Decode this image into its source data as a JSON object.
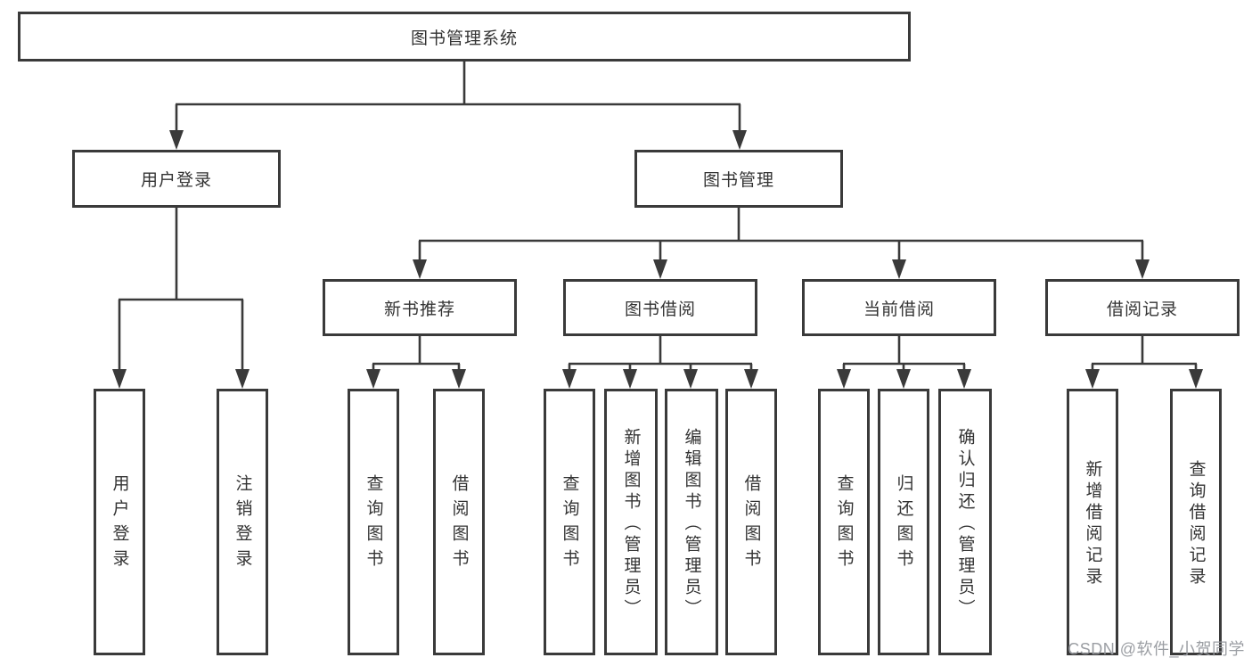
{
  "diagram": {
    "kind": "hierarchy-chart",
    "colors": {
      "line": "#3a3a3a",
      "box_border": "#3a3a3a",
      "text": "#333333",
      "background": "#ffffff",
      "watermark": "#96999e"
    },
    "tree": {
      "root": {
        "label": "图书管理系统",
        "children": [
          {
            "label": "用户登录",
            "children": [
              {
                "label": "用户登录"
              },
              {
                "label": "注销登录"
              }
            ]
          },
          {
            "label": "图书管理",
            "children": [
              {
                "label": "新书推荐",
                "children": [
                  {
                    "label": "查询图书"
                  },
                  {
                    "label": "借阅图书"
                  }
                ]
              },
              {
                "label": "图书借阅",
                "children": [
                  {
                    "label": "查询图书"
                  },
                  {
                    "label": "新增图书（管理员）"
                  },
                  {
                    "label": "编辑图书（管理员）"
                  },
                  {
                    "label": "借阅图书"
                  }
                ]
              },
              {
                "label": "当前借阅",
                "children": [
                  {
                    "label": "查询图书"
                  },
                  {
                    "label": "归还图书"
                  },
                  {
                    "label": "确认归还（管理员）"
                  }
                ]
              },
              {
                "label": "借阅记录",
                "children": [
                  {
                    "label": "新增借阅记录"
                  },
                  {
                    "label": "查询借阅记录"
                  }
                ]
              }
            ]
          }
        ]
      }
    },
    "watermark": "CSDN @软件_小贺同学"
  }
}
